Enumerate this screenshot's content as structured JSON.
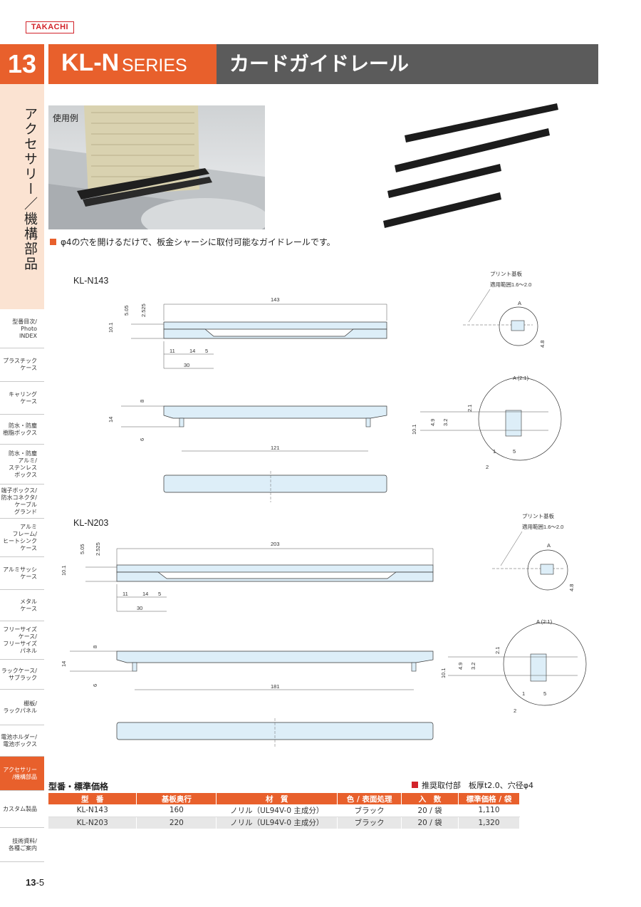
{
  "brand": {
    "logo_text": "TAKACHI"
  },
  "chapter": {
    "number": "13",
    "vertical_title": "アクセサリー／機構部品"
  },
  "header": {
    "series_main": "KL-N",
    "series_sub": "SERIES",
    "title": "カードガイドレール"
  },
  "sidebar": {
    "items": [
      {
        "lines": [
          "型番目次/",
          "Photo",
          "INDEX"
        ]
      },
      {
        "lines": [
          "プラスチック",
          "ケース"
        ]
      },
      {
        "lines": [
          "キャリング",
          "ケース"
        ]
      },
      {
        "lines": [
          "防水・防塵",
          "樹脂ボックス"
        ]
      },
      {
        "lines": [
          "防水・防塵",
          "アルミ/",
          "ステンレス",
          "ボックス"
        ]
      },
      {
        "lines": [
          "端子ボックス/",
          "防水コネクタ/",
          "ケーブル",
          "グランド"
        ]
      },
      {
        "lines": [
          "アルミ",
          "フレーム/",
          "ヒートシンク",
          "ケース"
        ]
      },
      {
        "lines": [
          "アルミサッシ",
          "ケース"
        ]
      },
      {
        "lines": [
          "メタル",
          "ケース"
        ]
      },
      {
        "lines": [
          "フリーサイズ",
          "ケース/",
          "フリーサイズ",
          "パネル"
        ]
      },
      {
        "lines": [
          "ラックケース/",
          "サブラック"
        ]
      },
      {
        "lines": [
          "棚板/",
          "ラックパネル"
        ]
      },
      {
        "lines": [
          "電池ホルダー/",
          "電池ボックス"
        ]
      },
      {
        "lines": [
          "アクセサリー",
          "/機構部品"
        ],
        "active": true
      },
      {
        "lines": [
          "カスタム製品"
        ]
      },
      {
        "lines": [
          "技術資料/",
          "各種ご案内"
        ]
      }
    ]
  },
  "photo": {
    "label": "使用例"
  },
  "description": "φ4の穴を開けるだけで、板金シャーシに取付可能なガイドレールです。",
  "drawings": {
    "n143": {
      "model": "KL-N143",
      "total_length": "143",
      "dims": [
        "5.05",
        "2.525",
        "10.1",
        "11",
        "14",
        "5",
        "30",
        "8",
        "14",
        "6",
        "121"
      ],
      "pcb_label": "プリント基板",
      "pcb_range": "適用範囲1.6～2.0",
      "detail_a": "A",
      "detail_a_dim": "4.8",
      "detail_scale": "A (2:1)",
      "detail_dims": [
        "2.1",
        "4.9",
        "3.2",
        "10.1",
        "1",
        "5",
        "2"
      ]
    },
    "n203": {
      "model": "KL-N203",
      "total_length": "203",
      "dims": [
        "5.05",
        "2.525",
        "10.1",
        "11",
        "14",
        "5",
        "30",
        "8",
        "14",
        "6",
        "181"
      ],
      "pcb_label": "プリント基板",
      "pcb_range": "適用範囲1.6～2.0",
      "detail_a": "A",
      "detail_a_dim": "4.8",
      "detail_scale": "A (2:1)",
      "detail_dims": [
        "2.1",
        "4.9",
        "3.2",
        "10.1",
        "1",
        "5",
        "2"
      ]
    }
  },
  "pricing": {
    "heading": "型番・標準価格",
    "note": "推奨取付部　板厚t2.0、穴径φ4",
    "columns": [
      "型　番",
      "基板奥行",
      "材　質",
      "色 / 表面処理",
      "入　数",
      "標準価格 / 袋"
    ],
    "rows": [
      [
        "KL-N143",
        "160",
        "ノリル（UL94V-0 主成分）",
        "ブラック",
        "20 / 袋",
        "1,110"
      ],
      [
        "KL-N203",
        "220",
        "ノリル（UL94V-0 主成分）",
        "ブラック",
        "20 / 袋",
        "1,320"
      ]
    ]
  },
  "footer": {
    "page_chapter": "13",
    "page_sep": "-",
    "page_num": "5"
  },
  "colors": {
    "accent": "#e8602c",
    "header_gray": "#5b5b5b",
    "side_tint": "#fbe3d2",
    "part_fill": "#ddeef8"
  }
}
